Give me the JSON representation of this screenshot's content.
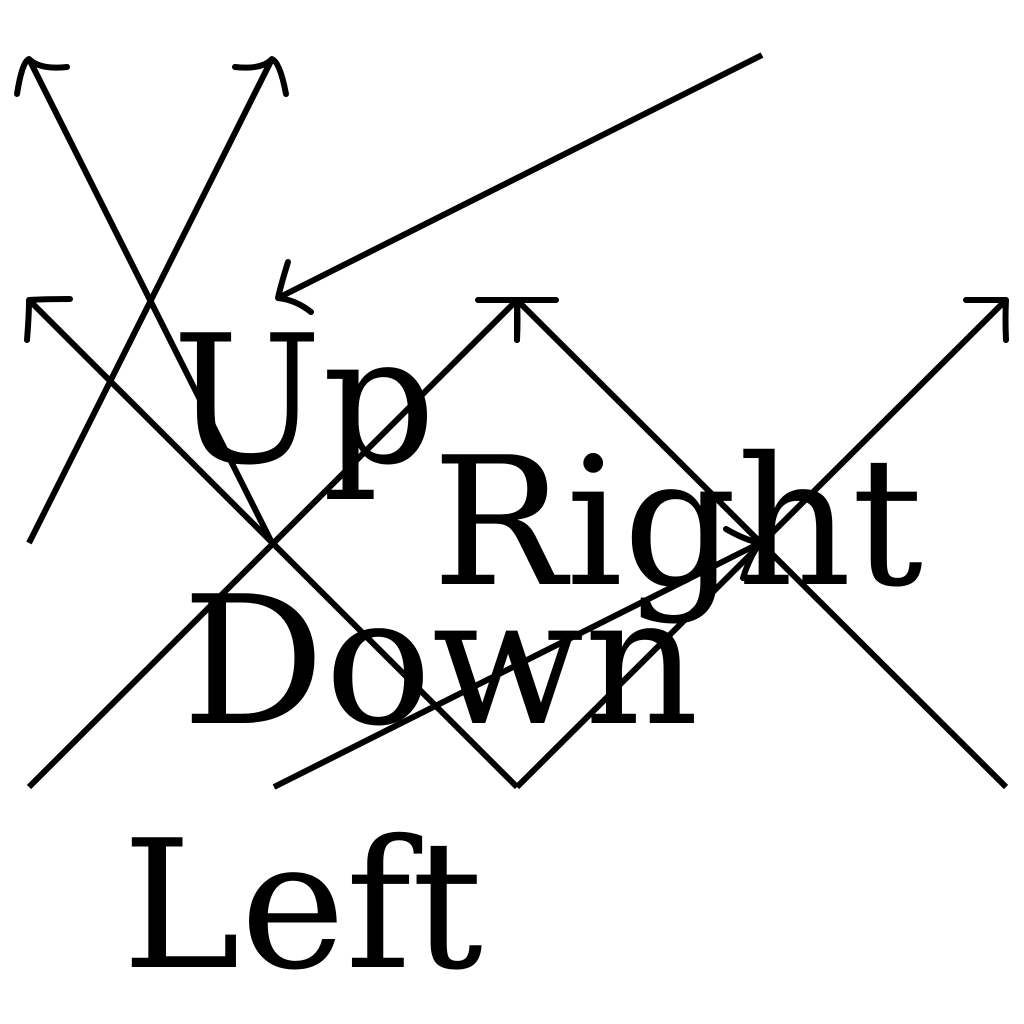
{
  "diagram": {
    "labels": {
      "up": "Up",
      "right": "Right",
      "down": "Down",
      "left": "Left"
    },
    "stroke_color": "#000000",
    "background_color": "#ffffff"
  }
}
